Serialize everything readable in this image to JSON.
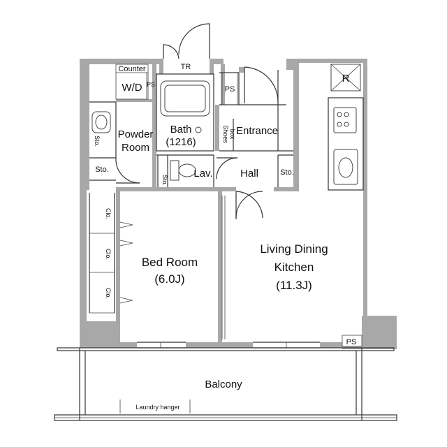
{
  "rooms": {
    "tr": "TR",
    "counter": "Counter",
    "wd": "W/D",
    "ps_top": "PS",
    "ps_right": "PS",
    "ps_bottom": "PS",
    "bath_name": "Bath",
    "bath_size": "(1216)",
    "powder_line1": "Powder",
    "powder_line2": "Room",
    "entrance": "Entrance",
    "shoes_line1": "Shoes",
    "shoes_line2": "box",
    "refrigerator": "R",
    "sto_left": "Sto.",
    "sto_mid_left": "Sto.",
    "sto_lav": "Sto.",
    "sto_hall": "Sto.",
    "lav": "Lav.",
    "hall": "Hall",
    "clo_1": "Clo.",
    "clo_2": "Clo.",
    "clo_3": "Clo.",
    "bed_name": "Bed Room",
    "bed_size": "(6.0J)",
    "ldk_line1": "Living Dining",
    "ldk_line2": "Kitchen",
    "ldk_size": "(11.3J)",
    "balcony": "Balcony",
    "laundry": "Laundry hanger"
  }
}
